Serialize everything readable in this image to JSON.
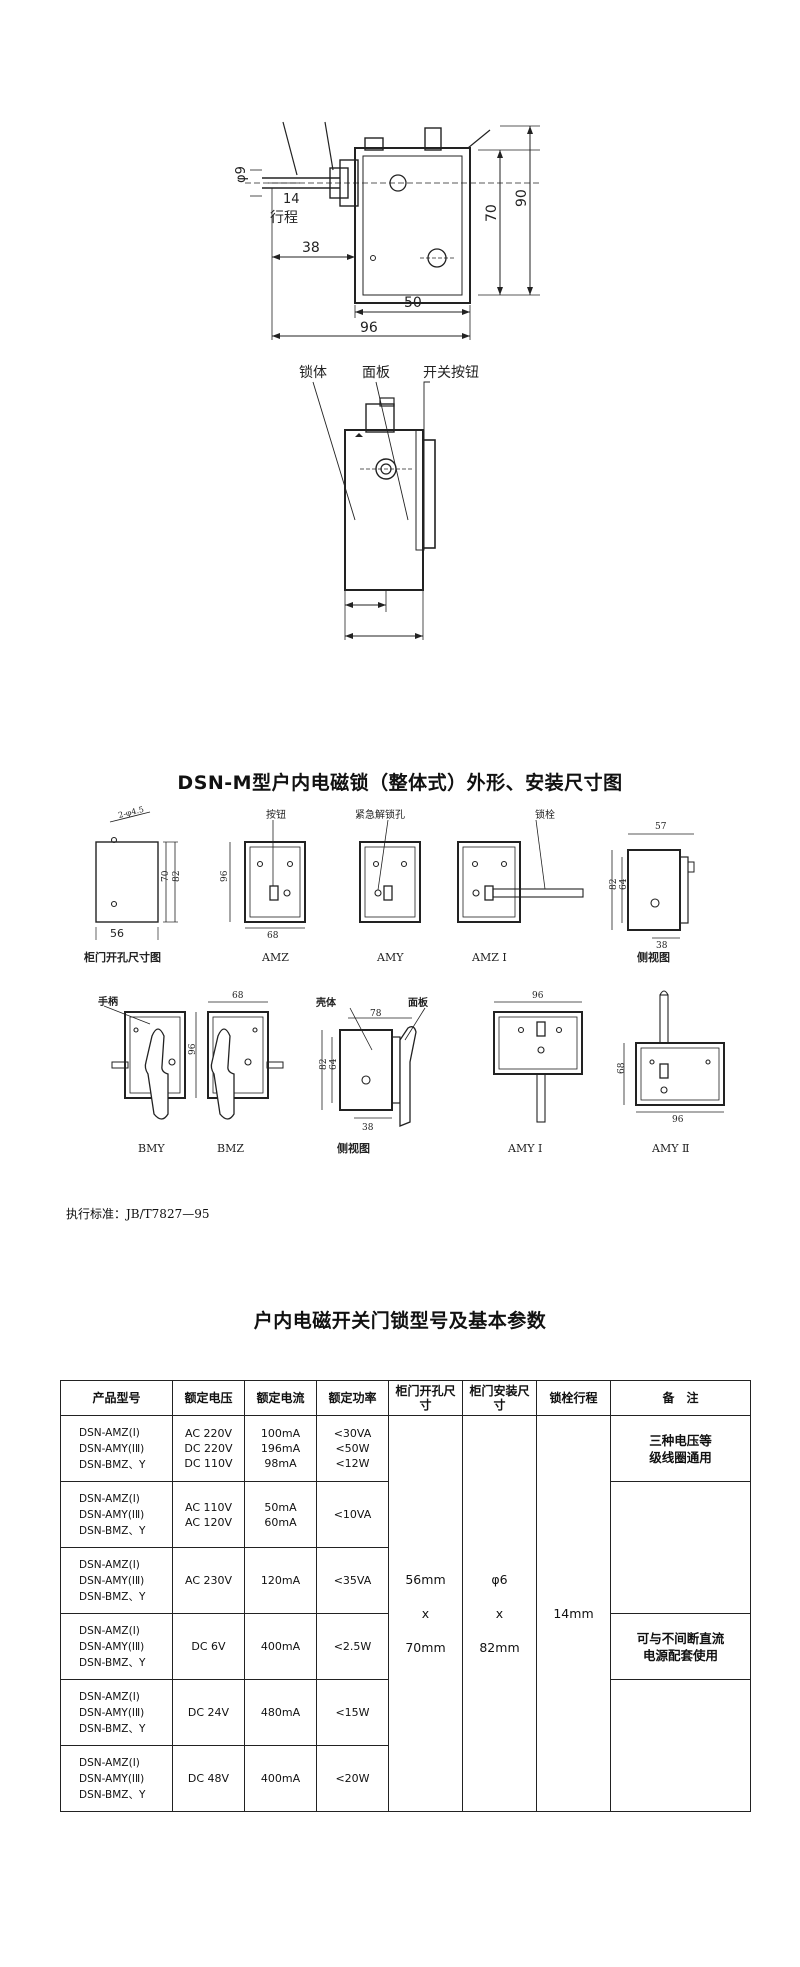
{
  "top_drawing": {
    "phi9": "φ9",
    "dim_14": "14",
    "stroke": "行程",
    "dim_38": "38",
    "dim_50": "50",
    "dim_70": "70",
    "dim_90": "90",
    "dim_96": "96",
    "label_lock_body": "锁体",
    "label_panel": "面板",
    "label_switch_button": "开关按钮"
  },
  "section1": {
    "title": "DSN-M型户内电磁锁（整体式）外形、安装尺寸图",
    "cutout": {
      "title": "柜门开孔尺寸图",
      "dim_hole": "2-φ4.5",
      "dim_70": "70",
      "dim_82": "82",
      "dim_56": "56"
    },
    "amz": {
      "name": "AMZ",
      "callout": "按钮",
      "dim_96": "96",
      "dim_68": "68"
    },
    "amy": {
      "name": "AMY",
      "callout": "紧急解锁孔"
    },
    "amz1": {
      "name": "AMZ Ⅰ",
      "callout": "锁栓"
    },
    "side1": {
      "name": "侧视图",
      "dim_57": "57",
      "dim_64": "64",
      "dim_82": "82",
      "dim_38": "38"
    },
    "bmy": {
      "name": "BMY",
      "callout": "手柄"
    },
    "bmz": {
      "name": "BMZ",
      "dim_68": "68",
      "dim_96": "96"
    },
    "side2": {
      "name": "侧视图",
      "callout_shell": "壳体",
      "callout_panel": "面板",
      "dim_78": "78",
      "dim_82": "82",
      "dim_64": "64",
      "dim_38": "38"
    },
    "amy1": {
      "name": "AMY Ⅰ",
      "dim_96": "96"
    },
    "amy2": {
      "name": "AMY Ⅱ",
      "dim_68": "68",
      "dim_96": "96"
    },
    "standard": "执行标准：JB/T7827—95"
  },
  "section2": {
    "title": "户内电磁开关门锁型号及基本参数",
    "headers": [
      "产品型号",
      "额定电压",
      "额定电流",
      "额定功率",
      "柜门开孔尺寸",
      "柜门安装尺寸",
      "锁栓行程",
      "备　注"
    ],
    "rows": [
      {
        "models": [
          "DSN-AMZ(Ⅰ)",
          "DSN-AMY(ⅠⅡ)",
          "DSN-BMZ、Y"
        ],
        "voltage": [
          "AC 220V",
          "DC 220V",
          "DC 110V"
        ],
        "current": [
          "100mA",
          "196mA",
          "98mA"
        ],
        "power": [
          "<30VA",
          "<50W",
          "<12W"
        ]
      },
      {
        "models": [
          "DSN-AMZ(Ⅰ)",
          "DSN-AMY(ⅠⅡ)",
          "DSN-BMZ、Y"
        ],
        "voltage": [
          "AC 110V",
          "AC 120V"
        ],
        "current": [
          "50mA",
          "60mA"
        ],
        "power": [
          "<10VA"
        ]
      },
      {
        "models": [
          "DSN-AMZ(Ⅰ)",
          "DSN-AMY(ⅠⅡ)",
          "DSN-BMZ、Y"
        ],
        "voltage": [
          "AC 230V"
        ],
        "current": [
          "120mA"
        ],
        "power": [
          "<35VA"
        ]
      },
      {
        "models": [
          "DSN-AMZ(Ⅰ)",
          "DSN-AMY(ⅠⅡ)",
          "DSN-BMZ、Y"
        ],
        "voltage": [
          "DC 6V"
        ],
        "current": [
          "400mA"
        ],
        "power": [
          "<2.5W"
        ]
      },
      {
        "models": [
          "DSN-AMZ(Ⅰ)",
          "DSN-AMY(ⅠⅡ)",
          "DSN-BMZ、Y"
        ],
        "voltage": [
          "DC 24V"
        ],
        "current": [
          "480mA"
        ],
        "power": [
          "<15W"
        ]
      },
      {
        "models": [
          "DSN-AMZ(Ⅰ)",
          "DSN-AMY(ⅠⅡ)",
          "DSN-BMZ、Y"
        ],
        "voltage": [
          "DC 48V"
        ],
        "current": [
          "400mA"
        ],
        "power": [
          "<20W"
        ]
      }
    ],
    "door_hole": [
      "56mm",
      "x",
      "70mm"
    ],
    "door_mount": [
      "φ6",
      "x",
      "82mm"
    ],
    "stroke": "14mm",
    "note_ac": [
      "三种电压等",
      "级线圈通用"
    ],
    "note_dc": [
      "可与不间断直流",
      "电源配套使用"
    ]
  }
}
